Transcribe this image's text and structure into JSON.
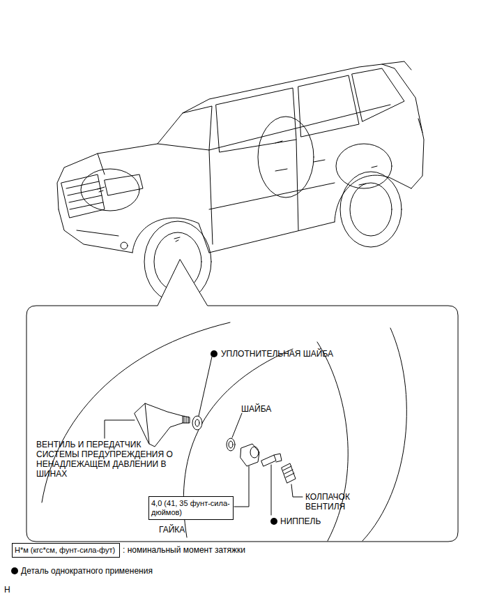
{
  "diagram": {
    "nodes": [
      {
        "text": [
          "4,0 (41, 35 фунт-сила-дюймов)"
        ]
      },
      {
        "text": [
          "Н*м (кгс*см, фунт-сила-фут)"
        ]
      }
    ],
    "edges": [],
    "labels": [
      "УПЛОТНИТЕЛЬНАЯ ШАЙБА",
      "ШАЙБА",
      "ВЕНТИЛЬ И ПЕРЕДАТЧИК СИСТЕМЫ ПРЕДУПРЕЖДЕНИЯ О НЕНАДЛЕЖАЩЕМ ДАВЛЕНИИ В ШИНАХ",
      "КОЛПАЧОК ВЕНТИЛЯ",
      "ГАЙКА",
      "НИППЕЛЬ",
      "H"
    ],
    "legend": [
      {
        "text": ": номинальный момент затяжки"
      },
      {
        "text": "Деталь однократного применения"
      }
    ]
  }
}
